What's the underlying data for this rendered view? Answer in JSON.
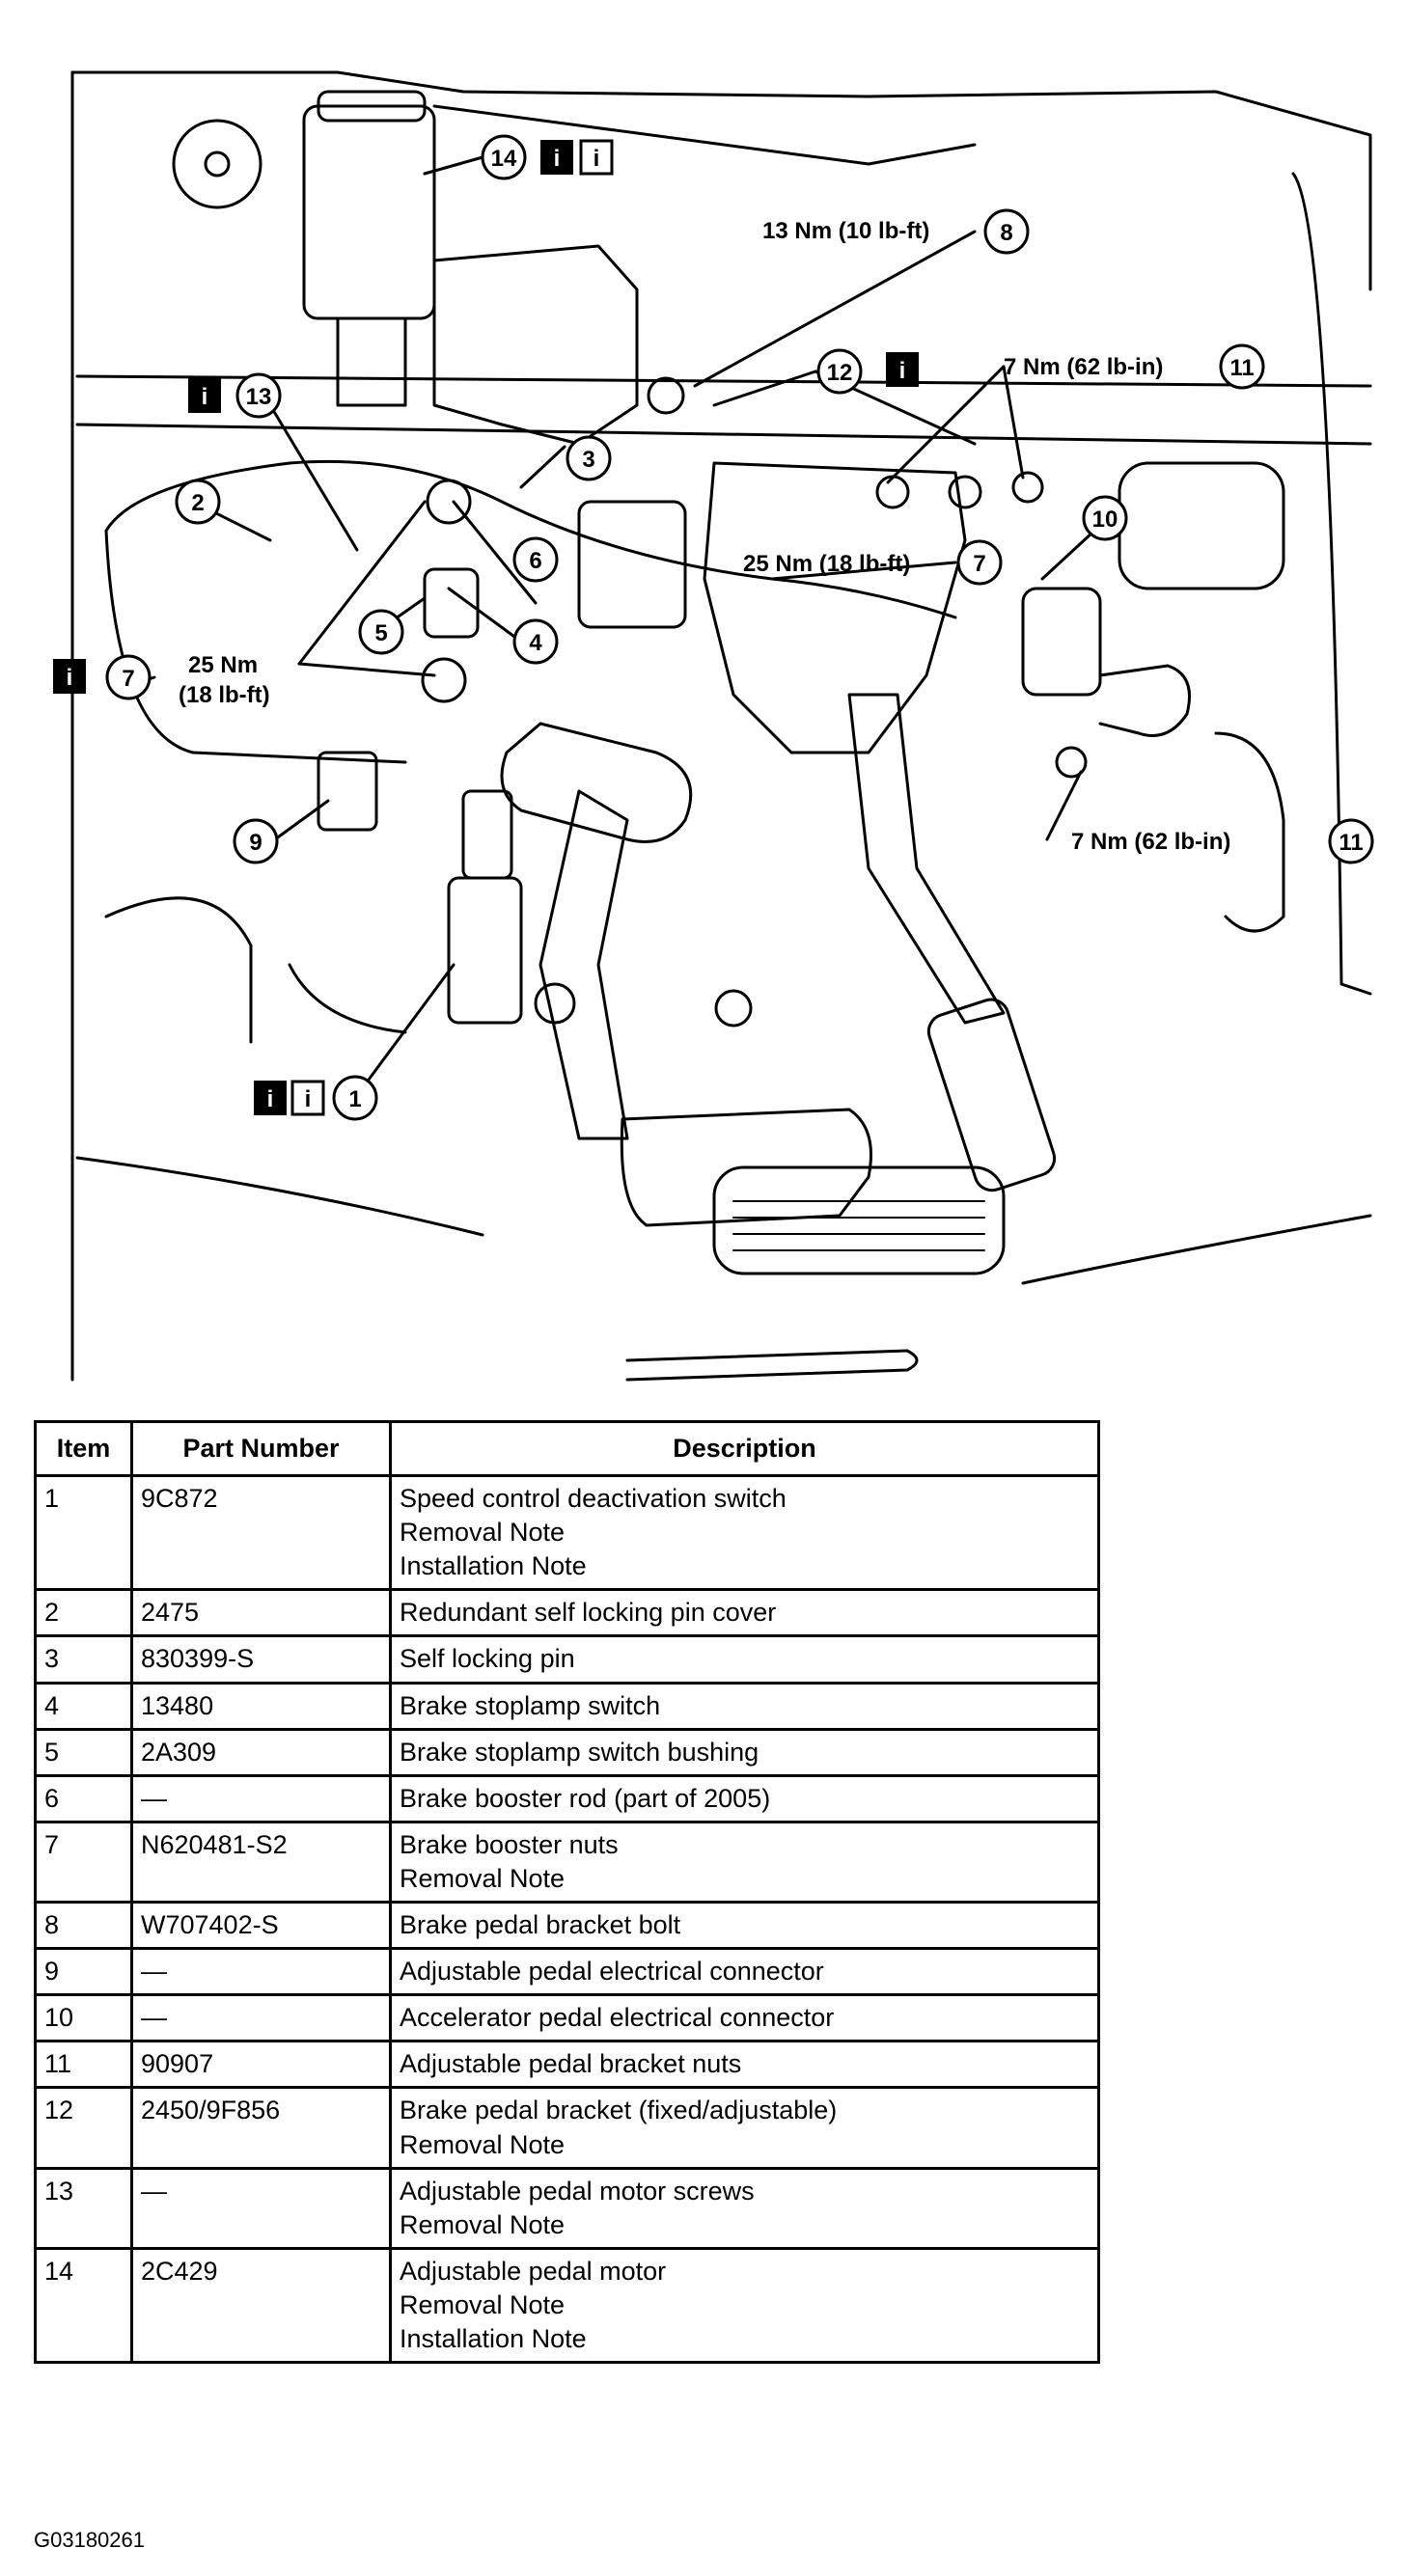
{
  "figure_id": "G03180261",
  "callouts": {
    "c1": "1",
    "c2": "2",
    "c3": "3",
    "c4": "4",
    "c5": "5",
    "c6": "6",
    "c7a": "7",
    "c7b": "7",
    "c8": "8",
    "c9": "9",
    "c10": "10",
    "c11a": "11",
    "c11b": "11",
    "c12": "12",
    "c13": "13",
    "c14": "14"
  },
  "torque_labels": {
    "t8": "13 Nm (10 lb-ft)",
    "t11a": "7 Nm (62 lb-in)",
    "t11b": "7 Nm (62 lb-in)",
    "t7a": "25 Nm (18 lb-ft)",
    "t7b_line1": "25 Nm",
    "t7b_line2": "(18 lb-ft)"
  },
  "info_icon_glyph": "i",
  "table": {
    "headers": [
      "Item",
      "Part Number",
      "Description"
    ],
    "rows": [
      {
        "item": "1",
        "part": "9C872",
        "desc": [
          "Speed control deactivation switch",
          "Removal Note",
          "Installation Note"
        ]
      },
      {
        "item": "2",
        "part": "2475",
        "desc": [
          "Redundant self locking pin cover"
        ]
      },
      {
        "item": "3",
        "part": "830399-S",
        "desc": [
          "Self locking pin"
        ]
      },
      {
        "item": "4",
        "part": "13480",
        "desc": [
          "Brake stoplamp switch"
        ]
      },
      {
        "item": "5",
        "part": "2A309",
        "desc": [
          "Brake stoplamp switch bushing"
        ]
      },
      {
        "item": "6",
        "part": "—",
        "desc": [
          "Brake booster rod (part of 2005)"
        ]
      },
      {
        "item": "7",
        "part": "N620481-S2",
        "desc": [
          "Brake booster nuts",
          "Removal Note"
        ]
      },
      {
        "item": "8",
        "part": "W707402-S",
        "desc": [
          "Brake pedal bracket bolt"
        ]
      },
      {
        "item": "9",
        "part": "—",
        "desc": [
          "Adjustable pedal electrical connector"
        ]
      },
      {
        "item": "10",
        "part": "—",
        "desc": [
          "Accelerator pedal electrical connector"
        ]
      },
      {
        "item": "11",
        "part": "90907",
        "desc": [
          "Adjustable pedal bracket nuts"
        ]
      },
      {
        "item": "12",
        "part": "2450/9F856",
        "desc": [
          "Brake pedal bracket (fixed/adjustable)",
          "Removal Note"
        ]
      },
      {
        "item": "13",
        "part": "—",
        "desc": [
          "Adjustable pedal motor screws",
          "Removal Note"
        ]
      },
      {
        "item": "14",
        "part": "2C429",
        "desc": [
          "Adjustable pedal motor",
          "Removal Note",
          "Installation Note"
        ]
      }
    ]
  }
}
